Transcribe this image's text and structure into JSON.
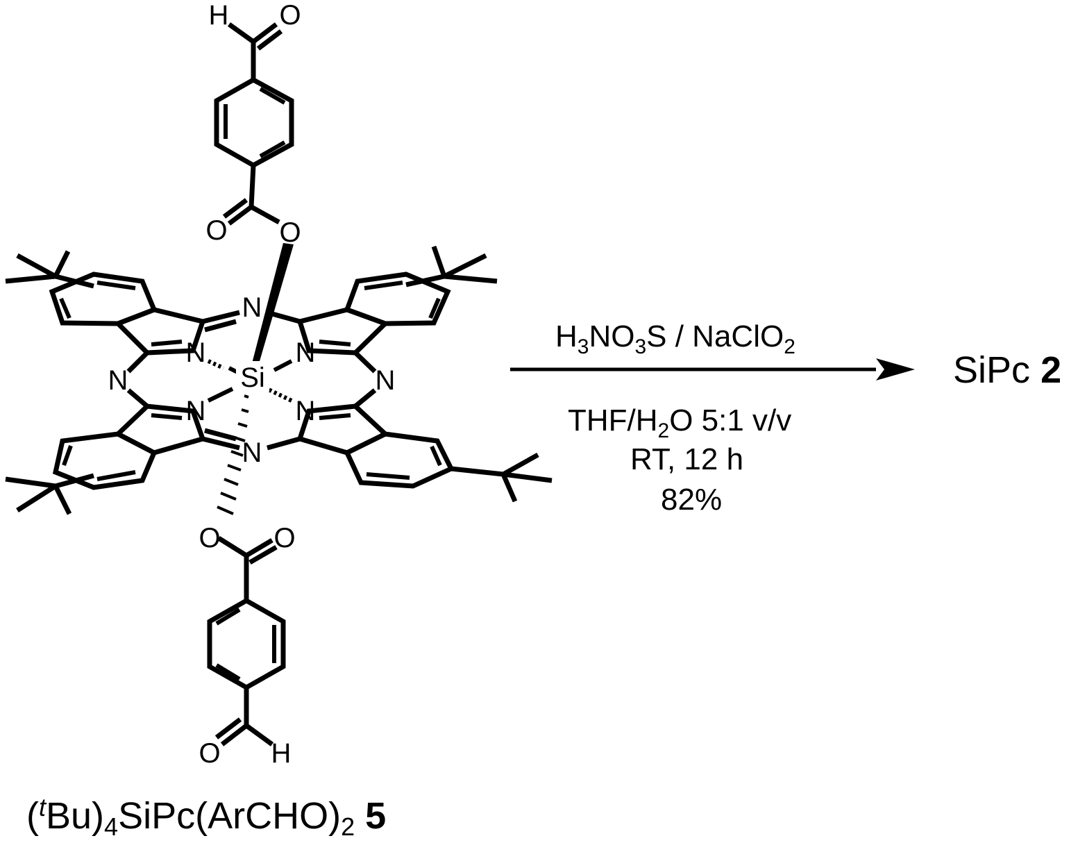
{
  "reagents": {
    "above_arrow": {
      "p1": "H",
      "s1": "3",
      "p2": "NO",
      "s2": "3",
      "p3": "S / NaClO",
      "s3": "2"
    },
    "below_arrow": {
      "line1": {
        "p1": "THF/H",
        "s1": "2",
        "p2": "O 5:1 v/v"
      },
      "line2": "RT,  12 h",
      "line3": "82%"
    }
  },
  "product": {
    "name": "SiPc",
    "number": "2"
  },
  "starting_material": {
    "l1": "(",
    "sup": "t",
    "l2": "Bu)",
    "sub1": "4",
    "l3": "SiPc(ArCHO)",
    "sub2": "2",
    "number": "5"
  },
  "atoms": {
    "center": "Si",
    "nitrogen": "N",
    "oxygen": "O",
    "hydrogen": "H"
  }
}
